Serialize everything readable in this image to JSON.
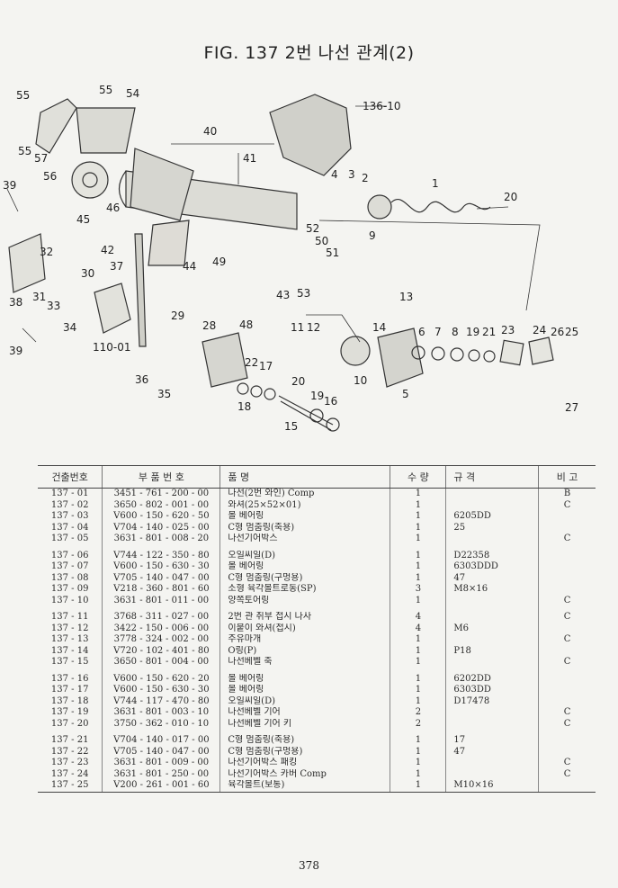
{
  "figure": {
    "title": "FIG. 137 2번 나선 관계(2)",
    "callouts": [
      "55",
      "55",
      "54",
      "55",
      "57",
      "56",
      "40",
      "41",
      "136-10",
      "39",
      "45",
      "46",
      "42",
      "44",
      "49",
      "52",
      "50",
      "51",
      "4",
      "3",
      "2",
      "1",
      "20",
      "9",
      "32",
      "30",
      "37",
      "31",
      "33",
      "34",
      "38",
      "39",
      "110-01",
      "29",
      "28",
      "43",
      "53",
      "48",
      "13",
      "14",
      "11",
      "12",
      "6",
      "7",
      "8",
      "19",
      "21",
      "23",
      "24",
      "26",
      "25",
      "36",
      "35",
      "22",
      "17",
      "18",
      "20",
      "19",
      "16",
      "15",
      "10",
      "5",
      "27"
    ]
  },
  "table": {
    "headers": [
      "건출번호",
      "부 품 번 호",
      "품 명",
      "수 량",
      "규 격",
      "비 고"
    ],
    "groups": [
      [
        [
          "137 - 01",
          "3451 - 761 - 200 - 00",
          "나선(2번 와인) Comp",
          "1",
          "",
          "B"
        ],
        [
          "137 - 02",
          "3650 - 802 - 001 - 00",
          "와셔(25×52×01)",
          "1",
          "",
          "C"
        ],
        [
          "137 - 03",
          "V600 - 150 - 620 - 50",
          "볼 베어링",
          "1",
          "6205DD",
          ""
        ],
        [
          "137 - 04",
          "V704 - 140 - 025 - 00",
          "C형 멈춤링(축용)",
          "1",
          "25",
          ""
        ],
        [
          "137 - 05",
          "3631 - 801 - 008 - 20",
          "나선기어박스",
          "1",
          "",
          "C"
        ]
      ],
      [
        [
          "137 - 06",
          "V744 - 122 - 350 - 80",
          "오일씨일(D)",
          "1",
          "D22358",
          ""
        ],
        [
          "137 - 07",
          "V600 - 150 - 630 - 30",
          "볼 베어링",
          "1",
          "6303DDD",
          ""
        ],
        [
          "137 - 08",
          "V705 - 140 - 047 - 00",
          "C형 멈춤링(구멍용)",
          "1",
          "47",
          ""
        ],
        [
          "137 - 09",
          "V218 - 360 - 801 - 60",
          "소형 육각볼트로동(SP)",
          "3",
          "M8×16",
          ""
        ],
        [
          "137 - 10",
          "3631 - 801 - 011 - 00",
          "양쪽토어링",
          "1",
          "",
          "C"
        ]
      ],
      [
        [
          "137 - 11",
          "3768 - 311 - 027 - 00",
          "2번 관 취부 접시 나사",
          "4",
          "",
          "C"
        ],
        [
          "137 - 12",
          "3422 - 150 - 006 - 00",
          "이붙이 와셔(접시)",
          "4",
          "M6",
          ""
        ],
        [
          "137 - 13",
          "3778 - 324 - 002 - 00",
          "주유마개",
          "1",
          "",
          "C"
        ],
        [
          "137 - 14",
          "V720 - 102 - 401 - 80",
          "O링(P)",
          "1",
          "P18",
          ""
        ],
        [
          "137 - 15",
          "3650 - 801 - 004 - 00",
          "나선베벨 축",
          "1",
          "",
          "C"
        ]
      ],
      [
        [
          "137 - 16",
          "V600 - 150 - 620 - 20",
          "볼 베어링",
          "1",
          "6202DD",
          ""
        ],
        [
          "137 - 17",
          "V600 - 150 - 630 - 30",
          "볼 베어링",
          "1",
          "6303DD",
          ""
        ],
        [
          "137 - 18",
          "V744 - 117 - 470 - 80",
          "오일씨일(D)",
          "1",
          "D17478",
          ""
        ],
        [
          "137 - 19",
          "3631 - 801 - 003 - 10",
          "나선베벨 기어",
          "2",
          "",
          "C"
        ],
        [
          "137 - 20",
          "3750 - 362 - 010 - 10",
          "나선베벨 기어 키",
          "2",
          "",
          "C"
        ]
      ],
      [
        [
          "137 - 21",
          "V704 - 140 - 017 - 00",
          "C형 멈춤링(축용)",
          "1",
          "17",
          ""
        ],
        [
          "137 - 22",
          "V705 - 140 - 047 - 00",
          "C형 멈춤링(구멍용)",
          "1",
          "47",
          ""
        ],
        [
          "137 - 23",
          "3631 - 801 - 009 - 00",
          "나선기어박스 패킹",
          "1",
          "",
          "C"
        ],
        [
          "137 - 24",
          "3631 - 801 - 250 - 00",
          "나선기어박스 카버 Comp",
          "1",
          "",
          "C"
        ],
        [
          "137 - 25",
          "V200 - 261 - 001 - 60",
          "육각볼트(보통)",
          "1",
          "M10×16",
          ""
        ]
      ]
    ]
  },
  "page_number": "378"
}
